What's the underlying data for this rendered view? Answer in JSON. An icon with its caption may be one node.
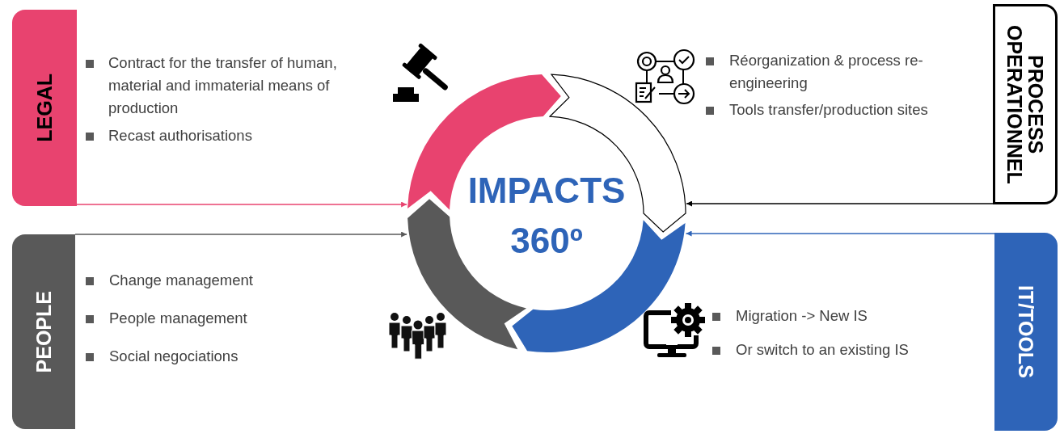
{
  "diagram": {
    "nodes": [
      {
        "text": [
          "LEGAL"
        ],
        "beside": [
          "Contract for the transfer of human, material and immaterial means of production",
          "Recast authorisations"
        ]
      },
      {
        "text": [
          "PROCESS OPERATIONNEL"
        ],
        "beside": [
          "Réorganization & process re-engineering",
          "Tools transfer/production sites"
        ]
      },
      {
        "text": [
          "PEOPLE"
        ],
        "beside": [
          "Change management",
          "People management",
          "Social negociations"
        ]
      },
      {
        "text": [
          "IT/TOOLS"
        ],
        "beside": [
          "Migration -> New IS",
          "Or switch to an existing IS"
        ]
      },
      {
        "text": [],
        "shape": "arc"
      },
      {
        "text": [],
        "shape": "arc"
      },
      {
        "text": [],
        "shape": "arc"
      },
      {
        "text": [],
        "shape": "arc"
      }
    ],
    "edges": [
      {
        "from": 0,
        "to": 4,
        "arrow": "to",
        "color": "#e8436f"
      },
      {
        "from": 1,
        "to": 5,
        "arrow": "to",
        "color": "#000000"
      },
      {
        "from": 2,
        "to": 7,
        "arrow": "to",
        "color": "#595959"
      },
      {
        "from": 3,
        "to": 6,
        "arrow": "to",
        "color": "#2e64b8"
      }
    ],
    "labels": [
      "IMPACTS 360º"
    ]
  }
}
